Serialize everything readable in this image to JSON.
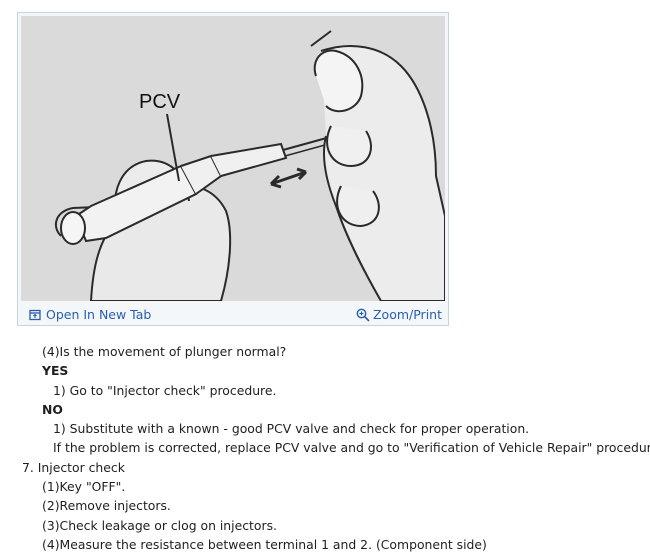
{
  "figure": {
    "label": "PCV",
    "open_tab_label": "Open In New Tab",
    "zoom_print_label": "Zoom/Print",
    "icons": [
      "open-tab-icon",
      "zoom-icon"
    ],
    "link_color": "#2a5db0"
  },
  "content": {
    "step4_question": "(4)Is the movement of plunger normal?",
    "yes_label": "YES",
    "yes_item1": "1) Go to \"Injector check\" procedure.",
    "no_label": "NO",
    "no_item1": "1) Substitute with a known - good PCV valve and check for proper operation.",
    "no_item1_cont": "If the problem is corrected, replace PCV valve and go to \"Verification of Vehicle Repair\" procedure.",
    "section7_title": "7. Injector check",
    "s7_1": "(1)Key \"OFF\".",
    "s7_2": "(2)Remove injectors.",
    "s7_3": "(3)Check leakage or clog on injectors.",
    "s7_4": "(4)Measure the resistance between terminal 1 and 2. (Component side)"
  }
}
